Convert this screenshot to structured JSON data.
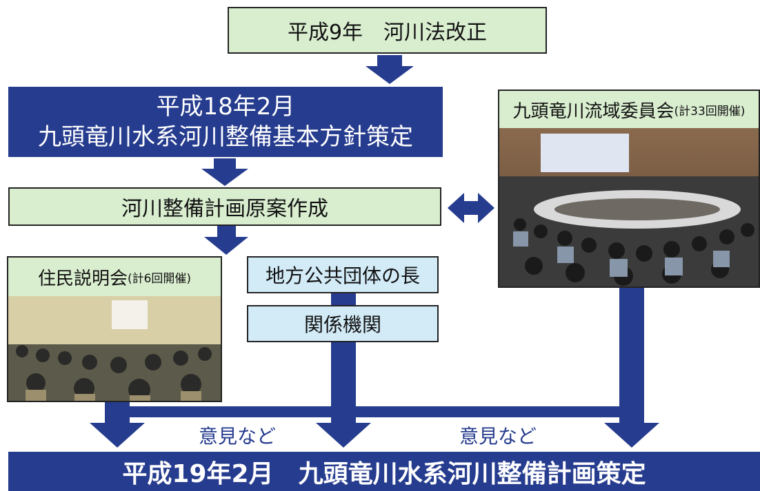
{
  "diagram": {
    "top_box": "平成9年　河川法改正",
    "policy_box": {
      "line1": "平成18年2月",
      "line2": "九頭竜川水系河川整備基本方針策定"
    },
    "draft_box": "河川整備計画原案作成",
    "resident_meeting": {
      "title": "住民説明会",
      "note": "(計6回開催)"
    },
    "committee": {
      "title": "九頭竜川流域委員会",
      "note": "(計33回開催)"
    },
    "local_gov_box": "地方公共団体の長",
    "agencies_box": "関係機関",
    "opinion_label_left": "意見など",
    "opinion_label_right": "意見など",
    "final_box": "平成19年2月　九頭竜川水系河川整備計画策定"
  },
  "colors": {
    "navy": "#263c8e",
    "light_green": "#d9edcf",
    "light_blue": "#d2ebf7"
  }
}
